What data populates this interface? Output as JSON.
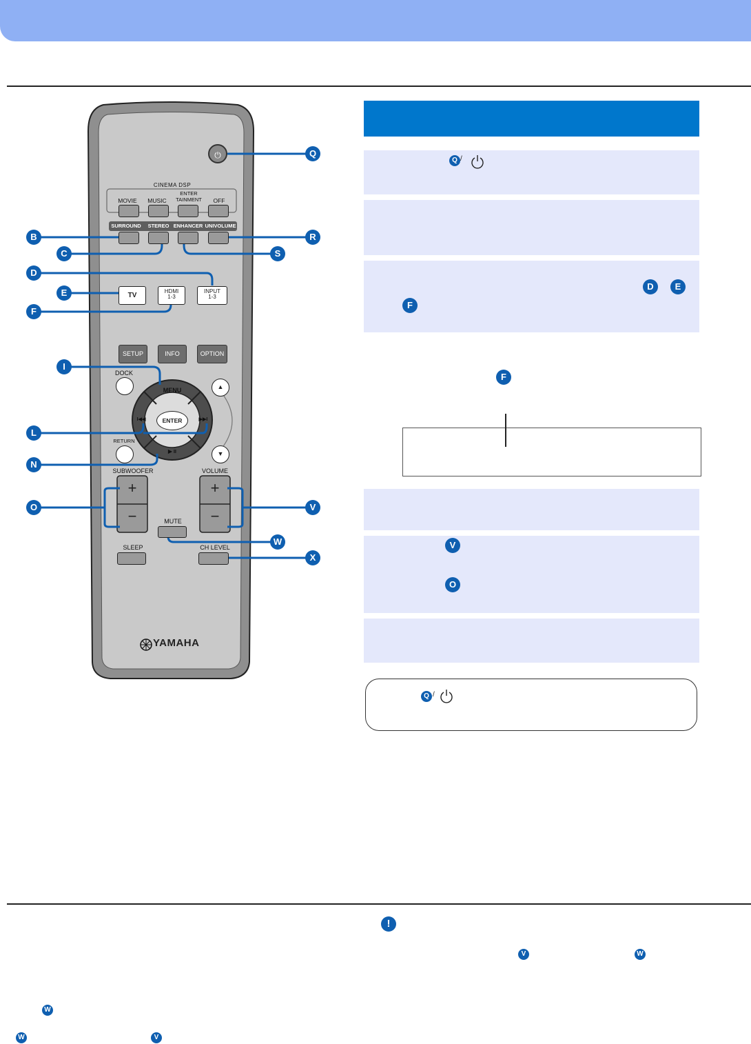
{
  "remote": {
    "cinema_dsp": "CINEMA DSP",
    "buttons": {
      "movie": "MOVIE",
      "music": "MUSIC",
      "entertainment": "ENTER\nTAINMENT",
      "off": "OFF",
      "surround": "SURROUND",
      "stereo": "STEREO",
      "enhancer": "ENHANCER",
      "univolume": "UNIVOLUME",
      "tv": "TV",
      "hdmi": "HDMI\n1-3",
      "input": "INPUT\n1-3",
      "setup": "SETUP",
      "info": "INFO",
      "option": "OPTION",
      "dock": "DOCK",
      "menu": "MENU",
      "enter": "ENTER",
      "return": "RETURN",
      "subwoofer": "SUBWOOFER",
      "volume": "VOLUME",
      "mute": "MUTE",
      "sleep": "SLEEP",
      "ch_level": "CH LEVEL",
      "prev": "I◀◀",
      "next": "▶▶I",
      "play_pause": "▶ II",
      "up": "▲",
      "down": "▼",
      "plus": "+",
      "minus": "−"
    },
    "brand": "YAMAHA",
    "power_symbol": "⏻"
  },
  "callouts": {
    "q": "Q",
    "b": "B",
    "r": "R",
    "c": "C",
    "s": "S",
    "d": "D",
    "e": "E",
    "f": "F",
    "i": "I",
    "l": "L",
    "n": "N",
    "o": "O",
    "v": "V",
    "w": "W",
    "x": "X"
  },
  "icons": {
    "power": "power-icon",
    "important": "!"
  },
  "colors": {
    "header": "#8fb0f4",
    "section": "#0077cc",
    "step": "#e4e8fb",
    "badge": "#0f5fb0"
  }
}
